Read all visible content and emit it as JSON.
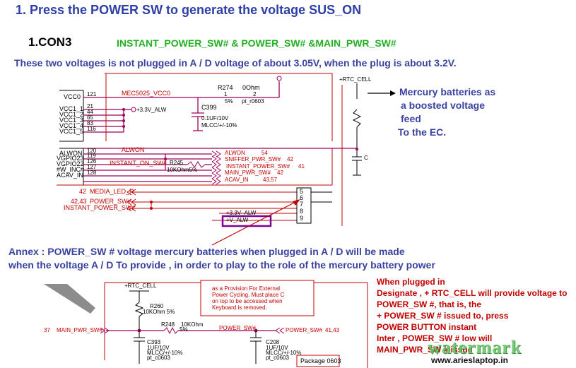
{
  "header": {
    "title": "1. Press the POWER SW to generate the voltage SUS_ON",
    "connector": "1.CON3",
    "signals": "INSTANT_POWER_SW#   &  POWER_SW# &MAIN_PWR_SW#",
    "description": "These two voltages is not plugged in A / D voltage of about 3.05V, when the plug is about 3.2V."
  },
  "side_note": {
    "lines": [
      "Mercury batteries as",
      "a boosted voltage",
      "feed",
      "To the EC."
    ]
  },
  "annex": {
    "lines": [
      "Annex : POWER_SW # voltage mercury batteries when plugged in A / D will be made",
      "when the voltage A / D To provide , in order to play to the role of the mercury battery power"
    ]
  },
  "red_note": {
    "lines": [
      "When plugged in",
      "Designate , + RTC_CELL will provide voltage to",
      "POWER_SW #, that is, the",
      "+ POWER_SW # issued to, press",
      "POWER BUTTON instant",
      "Inter , POWER_SW # low will",
      "MAIN_PWR_SW # issue"
    ]
  },
  "watermark": "watermark",
  "website": "www.arieslaptop.in",
  "schematic_top": {
    "pins_left": [
      "VCC0",
      "VCC1_1",
      "VCC1_2",
      "VCC1_3",
      "VCC1_4",
      "VCC1_5",
      "ALWON",
      "VGPIO23",
      "VGPIO22",
      "#W_INC#",
      "ACAV_IN"
    ],
    "pin_numbers": [
      "121",
      "21",
      "44",
      "65",
      "83",
      "116",
      "120",
      "119",
      "126",
      "127",
      "128"
    ],
    "net_mec": "MEC5025_VCC0",
    "r274": "R274",
    "r274_val": "0Ohm",
    "r274_tol": "5%",
    "r274_pkg": "pt_r0603",
    "c399": "C399",
    "c399_val": "0.1UF/10V",
    "c399_type": "MLCC/+/-10%",
    "v33_alw": "+3.3V_ALW",
    "rtc_cell": "+RTC_CELL",
    "alwon": "ALWON",
    "alwon_out": "ALWON",
    "alwon_ref": "54",
    "sniffer": "SNIFFER_PWR_SW#",
    "sniffer_ref": "42",
    "instant_on": "INSTANT_ON_SW#",
    "r245": "R245",
    "r245_val": "10KOhm5%",
    "instant_power": "INSTANT_POWER_SW#",
    "instant_ref": "41",
    "main_pwr": "MAIN_PWR_SW#",
    "main_ref": "42",
    "acav": "ACAV_IN",
    "acav_ref": "43,57",
    "media_led": "MEDIA_LED_R",
    "media_ref": "42",
    "power_sw": "POWER_SW#",
    "power_ref": "42,43",
    "instant_power2": "INSTANT_POWER_SW#",
    "conn_pins": [
      "5",
      "6",
      "7",
      "8",
      "9"
    ],
    "v33_alw2": "+3.3V_ALW",
    "v_alw": "+V_ALW",
    "pin1": "1",
    "pin2": "2",
    "c_label": "C"
  },
  "schematic_bottom": {
    "rtc_cell": "+RTC_CELL",
    "box_lines": [
      "as a Provision For External",
      "Power Cycling. Must place C",
      "on top to be accessed when",
      "Keyboard is removed."
    ],
    "r260": "R260",
    "r260_val": "10KOhm  5%",
    "r248": "R248",
    "r248_val": "10KOhm",
    "r248_tol": "5%",
    "main_pwr": "MAIN_PWR_SW#",
    "main_ref": "37",
    "power_sw": "POWER_SW#",
    "power_sw_out": "POWER_SW#",
    "power_ref": "41,43",
    "c393": "C393",
    "c393_val": "1UF/10V",
    "c393_type": "MLCC/+/-10%",
    "c393_pkg": "pt_c0603",
    "c208": "C208",
    "c208_val": "1UF/10V",
    "c208_type": "MLCC/+/-10%",
    "c208_pkg": "pt_c0603",
    "package": "Package 0603"
  }
}
